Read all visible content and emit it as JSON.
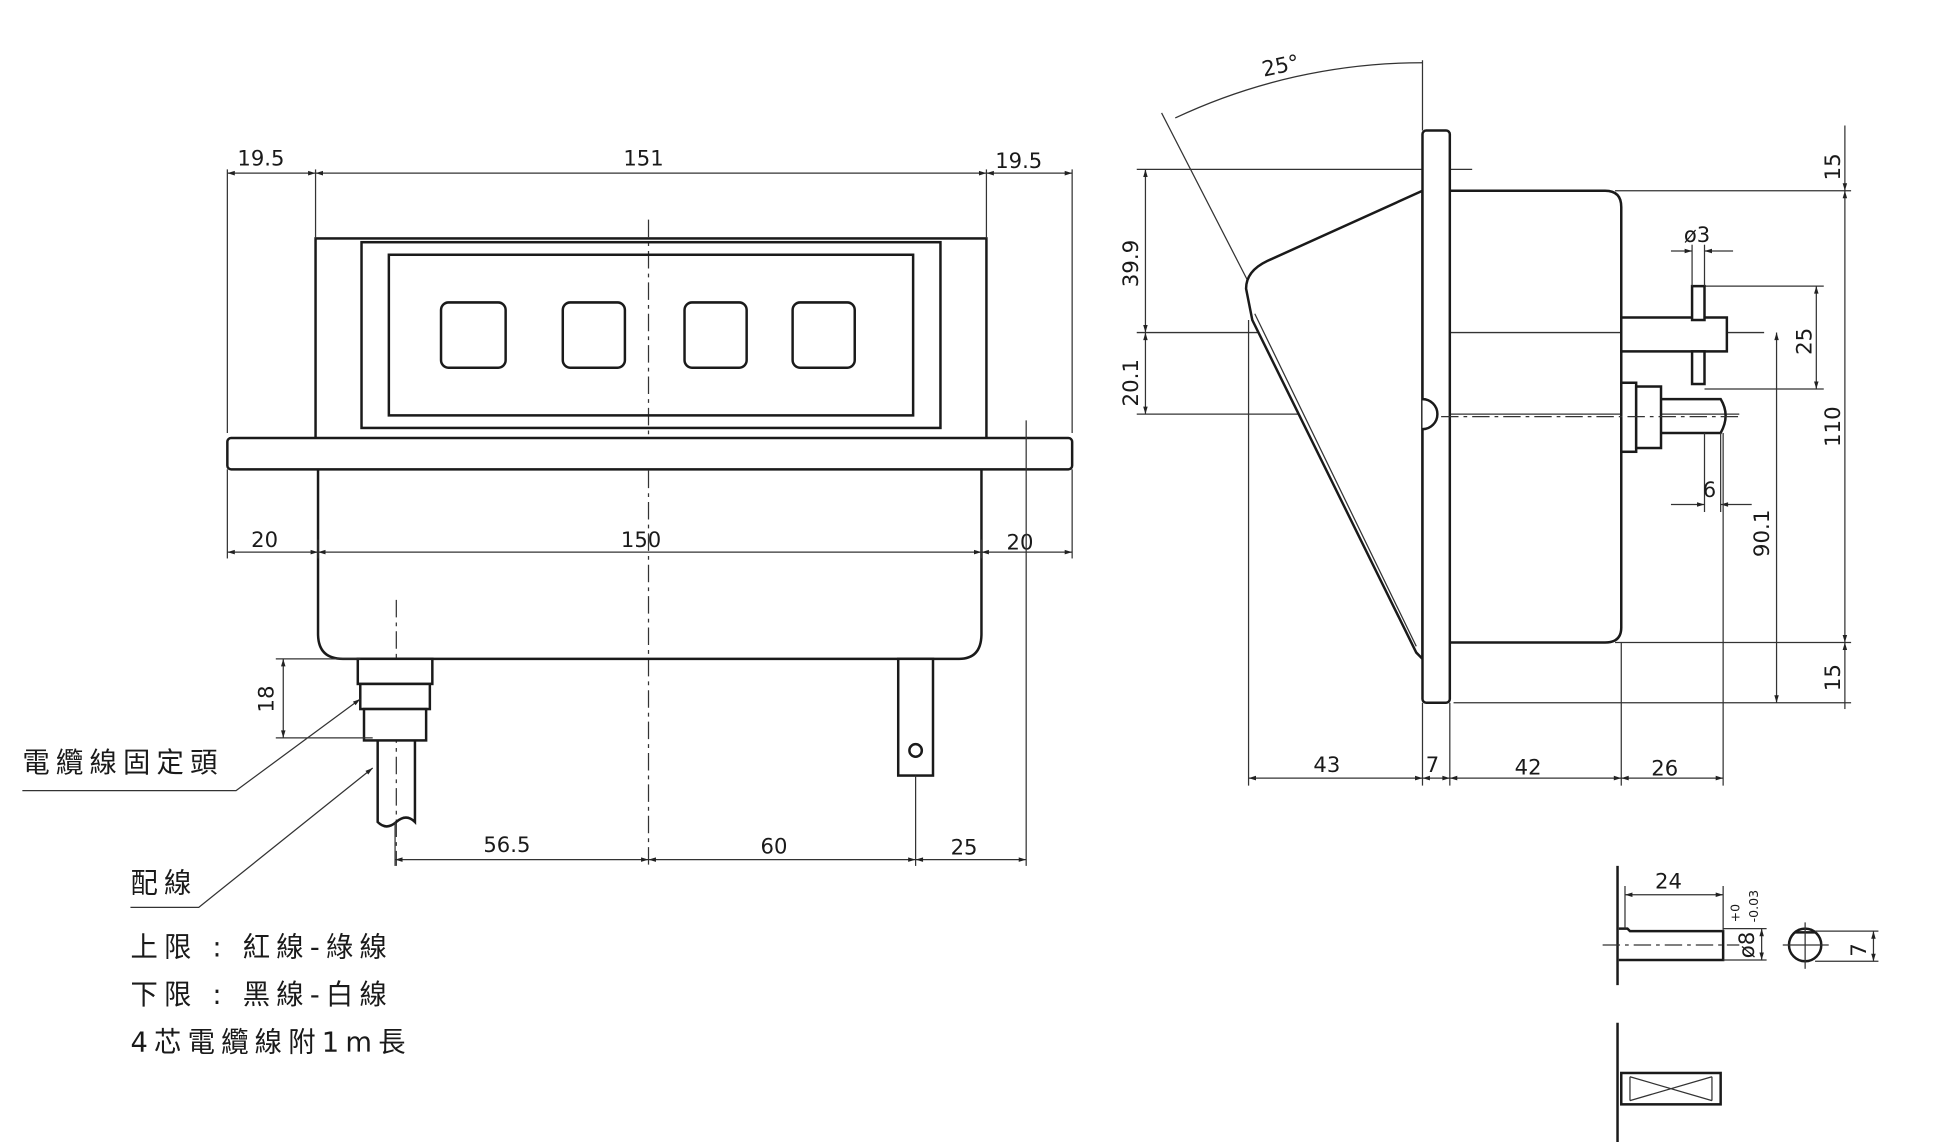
{
  "front_view": {
    "dims": {
      "left_top": "19.5",
      "top_width": "151",
      "right_top": "19.5",
      "left_flange": "20",
      "body_width": "150",
      "right_flange": "20",
      "gland_height": "18",
      "gland_to_center": "56.5",
      "center_to_pin": "60",
      "pin_to_edge": "25"
    },
    "labels": {
      "cable_gland": "電纜線固定頭",
      "wiring": "配線"
    }
  },
  "notes": [
    "上限 : 紅線-綠線",
    "下限 : 黑線-白線",
    "4芯電纜線附1m長"
  ],
  "side_view": {
    "dims": {
      "angle": "25°",
      "upper_offset": "39.9",
      "lower_offset": "20.1",
      "top_margin": "15",
      "height": "110",
      "bottom_margin": "15",
      "shaft_pitch": "25",
      "shaft_height": "90.1",
      "pin_dia": "ø3",
      "gland_dim": "6",
      "front_depth": "43",
      "panel": "7",
      "body_depth": "42",
      "shaft_length": "26"
    }
  },
  "shaft_detail": {
    "length": "24",
    "diameter": "ø8",
    "tol_upper": "+0",
    "tol_lower": "-0.03",
    "flat": "7"
  }
}
